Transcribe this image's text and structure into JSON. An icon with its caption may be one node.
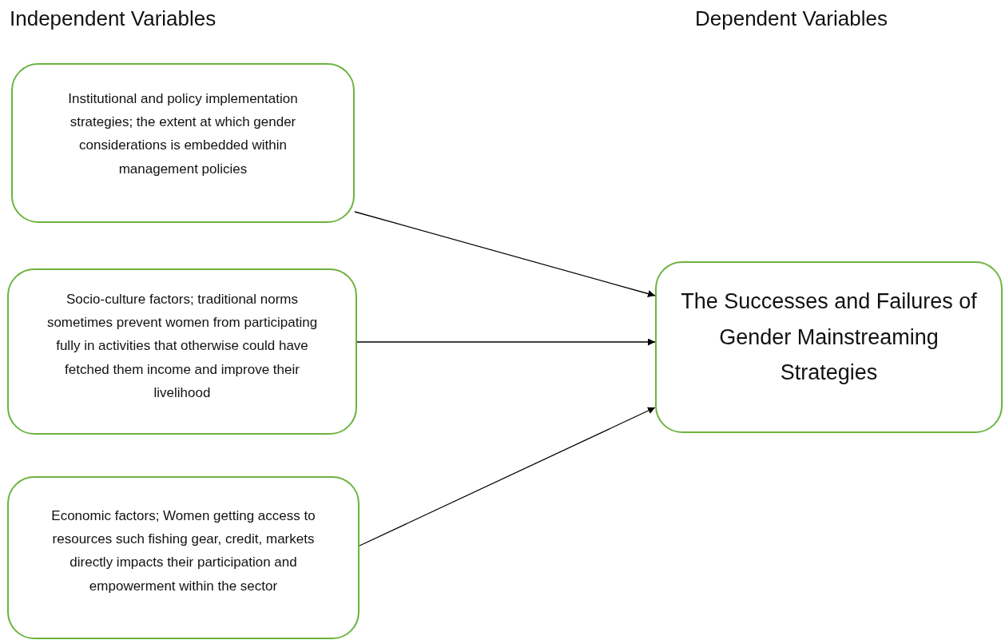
{
  "diagram": {
    "nodes": [
      {
        "text": [
          "Institutional and policy implementation strategies; the extent at which gender considerations is embedded within management policies"
        ]
      },
      {
        "text": [
          "Socio-culture factors; traditional norms sometimes prevent women from participating fully in activities that otherwise could have fetched them income and improve their livelihood"
        ]
      },
      {
        "text": [
          "Economic factors; Women getting access to resources such fishing gear, credit, markets directly impacts their participation and empowerment within the sector"
        ]
      },
      {
        "text": [
          "The Successes and Failures of Gender Mainstreaming Strategies"
        ]
      }
    ],
    "edges": [
      {
        "from": 0,
        "to": 3,
        "arrow": "to"
      },
      {
        "from": 1,
        "to": 3,
        "arrow": "to"
      },
      {
        "from": 2,
        "to": 3,
        "arrow": "to"
      }
    ],
    "labels": [
      "Independent Variables",
      "Dependent Variables"
    ]
  }
}
